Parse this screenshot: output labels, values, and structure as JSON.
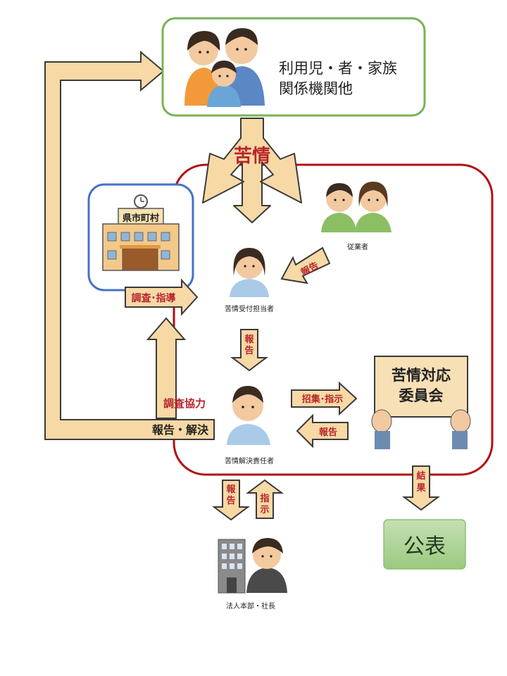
{
  "family_box": {
    "line1": "利用児・者・家族",
    "line2": "関係機関他"
  },
  "complaint_label": "苦情",
  "city_office_sign": "県市町村",
  "labels": {
    "employees": "従業者",
    "receptionist": "苦情受付担当者",
    "resolver": "苦情解決責任者",
    "hq": "法人本部・社長"
  },
  "arrows": {
    "report_from_employees": "報告",
    "report_down": "報告",
    "investigation_guidance": "調査･指導",
    "investigation_cooperation": "調査協力",
    "report_resolution": "報告・解決",
    "convene_instruct": "招集･指示",
    "report_from_committee": "報告",
    "report_to_hq": "報告",
    "instruct_from_hq": "指示",
    "result": "結果"
  },
  "committee_board": {
    "line1": "苦情対応",
    "line2": "委員会"
  },
  "publication": "公表",
  "colors": {
    "arrow_fill": "#f7d9a6",
    "arrow_stroke": "#3a3a3a",
    "family_border": "#77b353",
    "office_border": "#4472c4",
    "organization_border": "#b30e14",
    "label_red": "#b8242b",
    "publication_bg": "#a9d18e"
  }
}
